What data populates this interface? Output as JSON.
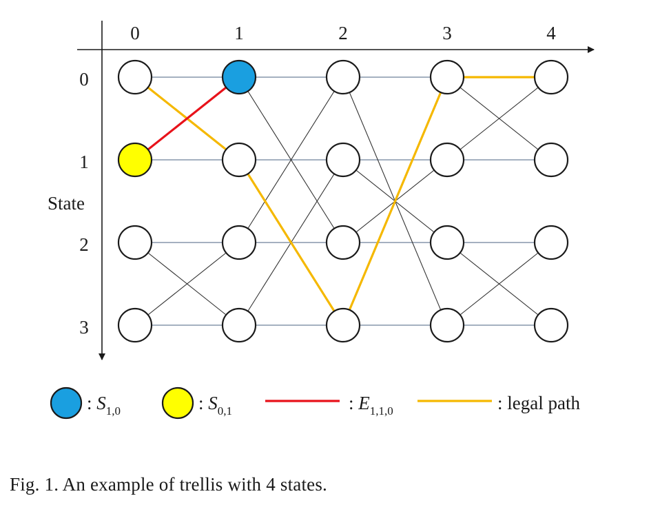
{
  "diagram": {
    "time_labels": [
      "0",
      "1",
      "2",
      "3",
      "4"
    ],
    "state_labels": [
      "0",
      "1",
      "2",
      "3"
    ],
    "state_axis_label": "State",
    "edges": [
      {
        "t": 0,
        "from": 0,
        "to": 1,
        "color": "#333333"
      },
      {
        "t": 0,
        "from": 1,
        "to": 0,
        "color": "#333333"
      },
      {
        "t": 0,
        "from": 0,
        "to": 0,
        "color": "#4a6080"
      },
      {
        "t": 0,
        "from": 1,
        "to": 1,
        "color": "#4a6080"
      },
      {
        "t": 0,
        "from": 2,
        "to": 3,
        "color": "#333333"
      },
      {
        "t": 0,
        "from": 3,
        "to": 2,
        "color": "#333333"
      },
      {
        "t": 0,
        "from": 2,
        "to": 2,
        "color": "#4a6080"
      },
      {
        "t": 0,
        "from": 3,
        "to": 3,
        "color": "#4a6080"
      },
      {
        "t": 1,
        "from": 0,
        "to": 0,
        "color": "#4a6080"
      },
      {
        "t": 1,
        "from": 1,
        "to": 1,
        "color": "#4a6080"
      },
      {
        "t": 1,
        "from": 2,
        "to": 2,
        "color": "#4a6080"
      },
      {
        "t": 1,
        "from": 3,
        "to": 3,
        "color": "#4a6080"
      },
      {
        "t": 1,
        "from": 0,
        "to": 2,
        "color": "#333333"
      },
      {
        "t": 1,
        "from": 2,
        "to": 0,
        "color": "#333333"
      },
      {
        "t": 1,
        "from": 1,
        "to": 3,
        "color": "#333333"
      },
      {
        "t": 1,
        "from": 3,
        "to": 1,
        "color": "#333333"
      },
      {
        "t": 2,
        "from": 0,
        "to": 0,
        "color": "#4a6080"
      },
      {
        "t": 2,
        "from": 1,
        "to": 1,
        "color": "#4a6080"
      },
      {
        "t": 2,
        "from": 2,
        "to": 2,
        "color": "#4a6080"
      },
      {
        "t": 2,
        "from": 3,
        "to": 3,
        "color": "#4a6080"
      },
      {
        "t": 2,
        "from": 0,
        "to": 3,
        "color": "#333333"
      },
      {
        "t": 2,
        "from": 3,
        "to": 0,
        "color": "#333333"
      },
      {
        "t": 2,
        "from": 1,
        "to": 2,
        "color": "#333333"
      },
      {
        "t": 2,
        "from": 2,
        "to": 1,
        "color": "#333333"
      },
      {
        "t": 3,
        "from": 0,
        "to": 0,
        "color": "#4a6080"
      },
      {
        "t": 3,
        "from": 1,
        "to": 1,
        "color": "#4a6080"
      },
      {
        "t": 3,
        "from": 2,
        "to": 2,
        "color": "#4a6080"
      },
      {
        "t": 3,
        "from": 3,
        "to": 3,
        "color": "#4a6080"
      },
      {
        "t": 3,
        "from": 0,
        "to": 1,
        "color": "#333333"
      },
      {
        "t": 3,
        "from": 1,
        "to": 0,
        "color": "#333333"
      },
      {
        "t": 3,
        "from": 2,
        "to": 3,
        "color": "#333333"
      },
      {
        "t": 3,
        "from": 3,
        "to": 2,
        "color": "#333333"
      }
    ],
    "legal_path_states": [
      0,
      1,
      3,
      0,
      0
    ],
    "highlight_edge": {
      "t": 0,
      "from": 1,
      "to": 0
    },
    "highlight_nodes": [
      {
        "t": 1,
        "state": 0,
        "fill": "#1a9fe0"
      },
      {
        "t": 0,
        "state": 1,
        "fill": "#ffff00"
      }
    ],
    "colors": {
      "legal_path": "#f5b800",
      "edge_E": "#e8121a",
      "node_S10": "#1a9fe0",
      "node_S01": "#ffff00"
    }
  },
  "legend": {
    "s10_prefix": ": ",
    "s10_symbol": "S",
    "s10_subscript": "1,0",
    "s01_prefix": ": ",
    "s01_symbol": "S",
    "s01_subscript": "0,1",
    "e_prefix": ": ",
    "e_symbol": "E",
    "e_subscript": "1,1,0",
    "legal_path_label": ": legal path"
  },
  "caption": "Fig. 1.  An example of trellis with 4 states."
}
